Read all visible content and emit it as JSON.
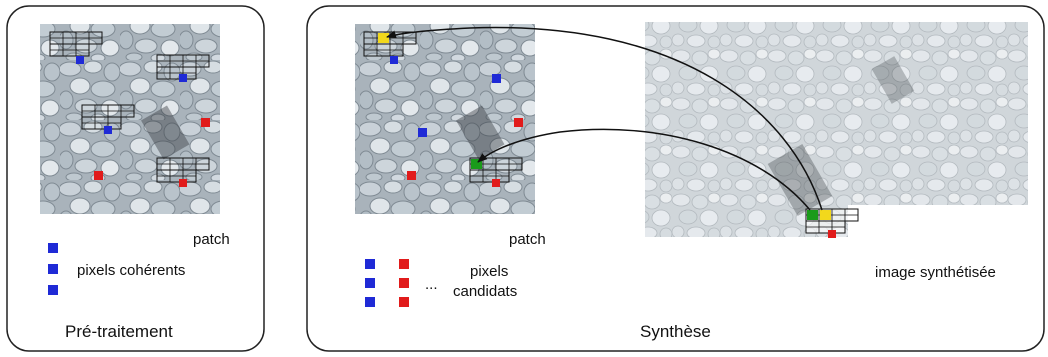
{
  "preprocessing": {
    "caption": "Pré-traitement",
    "patch_label": "patch",
    "legend_label": "pixels cohérents"
  },
  "synthesis": {
    "caption": "Synthèse",
    "patch_label": "patch",
    "legend_ellipsis": "...",
    "legend_label_line1": "pixels",
    "legend_label_line2": "candidats",
    "output_label": "image synthétisée"
  },
  "colors": {
    "coherent": "#1f2ad6",
    "candidate": "#e11b1b",
    "match_green": "#1a9b1a",
    "match_yellow": "#f2d81c",
    "frame": "#222222",
    "stone_bg": "#b7c2ca"
  }
}
